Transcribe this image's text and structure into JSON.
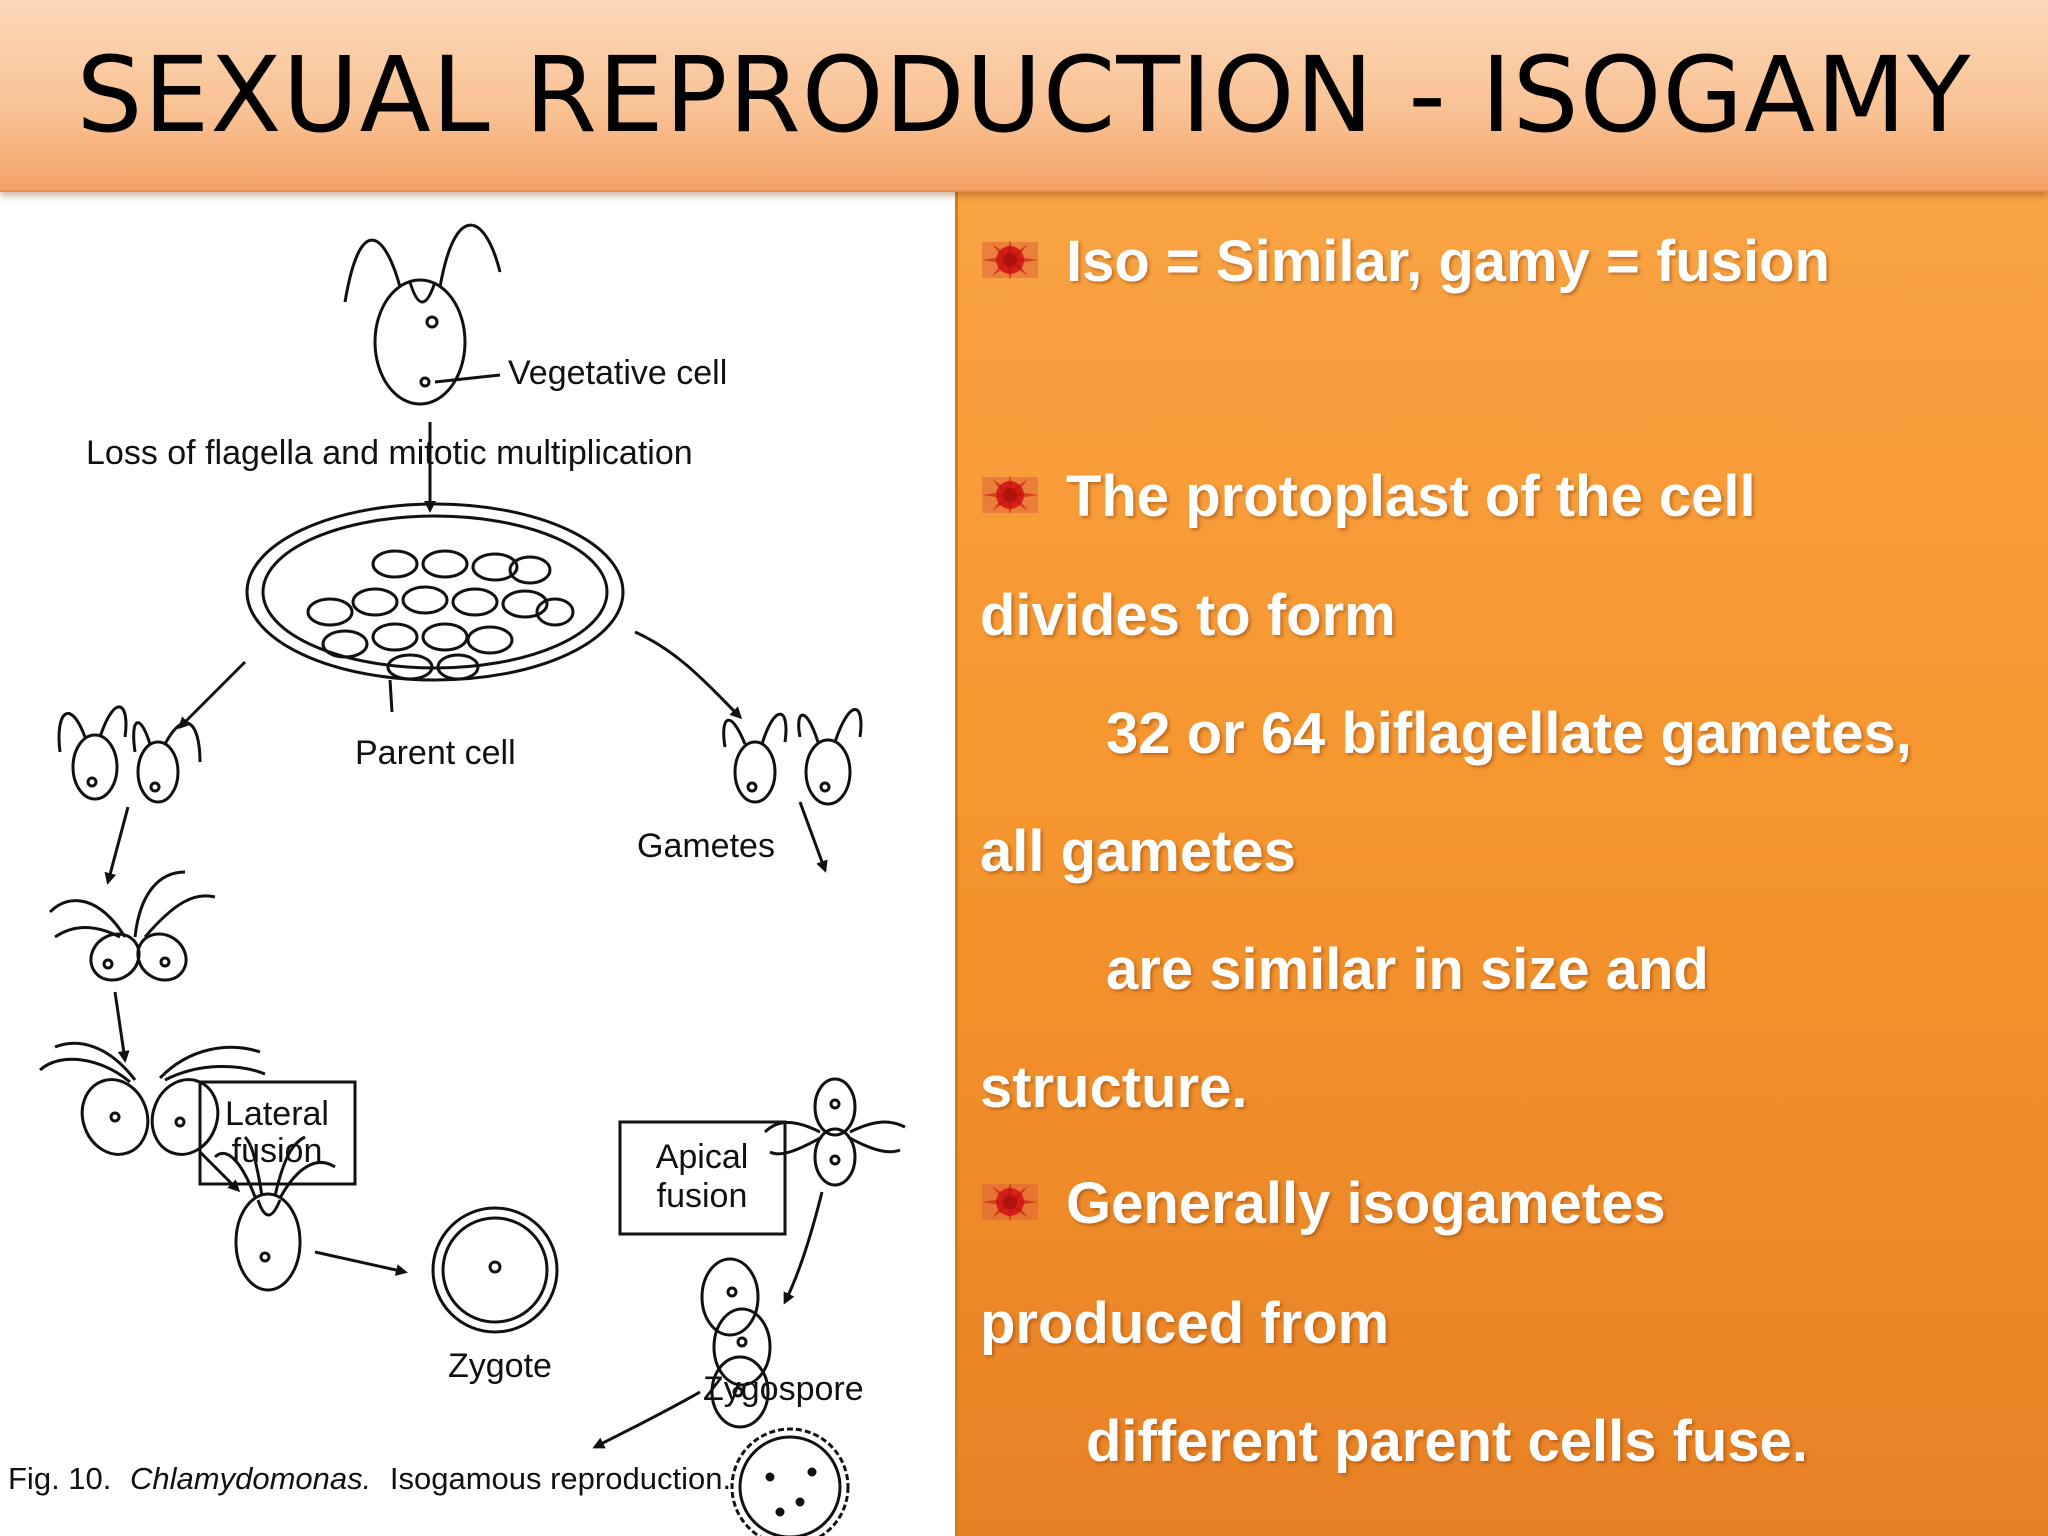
{
  "slide": {
    "title": "SEXUAL REPRODUCTION - ISOGAMY"
  },
  "figure": {
    "labels": {
      "vegetative_cell": "Vegetative cell",
      "loss_of_flagella": "Loss of flagella and mitotic multiplication",
      "parent_cell": "Parent cell",
      "gametes": "Gametes",
      "lateral_fusion_1": "Lateral",
      "lateral_fusion_2": "fusion",
      "apical_fusion_1": "Apical",
      "apical_fusion_2": "fusion",
      "zygote": "Zygote",
      "zygospore": "Zygospore"
    },
    "caption_prefix": "Fig. 10.",
    "caption_genus": "Chlamydomonas.",
    "caption_rest": "Isogamous reproduction."
  },
  "bullets": {
    "l1": "Iso = Similar, gamy = fusion",
    "l2": "The protoplast of the cell",
    "l3": "divides to form",
    "l4": "32 or 64 biflagellate gametes,",
    "l5": "all gametes",
    "l6": "are similar in size and",
    "l7": "structure.",
    "l8": "Generally isogametes",
    "l9": "produced from",
    "l10": "different parent cells fuse."
  },
  "icons": {
    "bullet": "red-starburst-icon"
  },
  "colors": {
    "title_bar": "#f9c193",
    "text_panel": "#f6962f",
    "bullet_text": "#ffffff",
    "bullet_icon": "#d8201a"
  }
}
